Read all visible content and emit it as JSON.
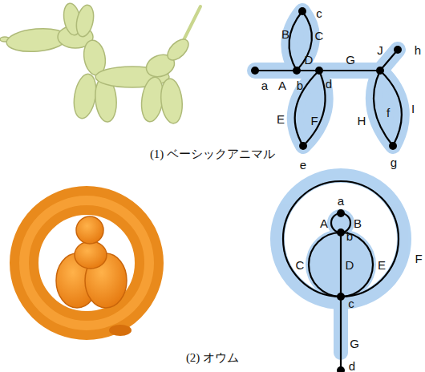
{
  "diagram": {
    "labels": [
      "a",
      "A",
      "b",
      "B",
      "c",
      "C",
      "D",
      "d",
      "E",
      "F",
      "e",
      "G",
      "J",
      "h",
      "f",
      "H",
      "I",
      "g",
      "(1) ベーシックアニマル",
      "a",
      "A",
      "B",
      "b",
      "C",
      "D",
      "E",
      "F",
      "c",
      "G",
      "d",
      "(2) オウム"
    ]
  }
}
